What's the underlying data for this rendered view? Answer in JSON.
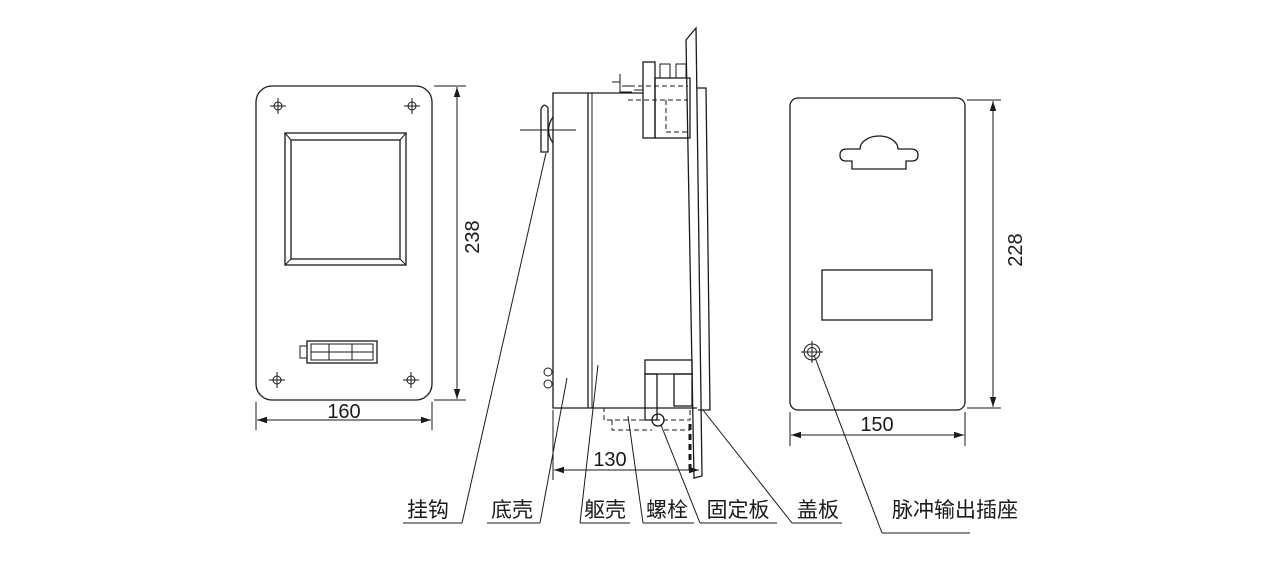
{
  "front_view": {
    "height_dimension": "238",
    "width_dimension": "160"
  },
  "side_view": {
    "depth_dimension": "130"
  },
  "back_view": {
    "height_dimension": "228",
    "width_dimension": "150"
  },
  "labels": {
    "hook": "挂钩",
    "base_shell": "底壳",
    "body_shell": "躯壳",
    "bolt": "螺栓",
    "fixing_plate": "固定板",
    "cover_plate": "盖板",
    "pulse_output_socket": "脉冲输出插座"
  },
  "colors": {
    "line": "#1a1a1a",
    "background": "#ffffff"
  }
}
